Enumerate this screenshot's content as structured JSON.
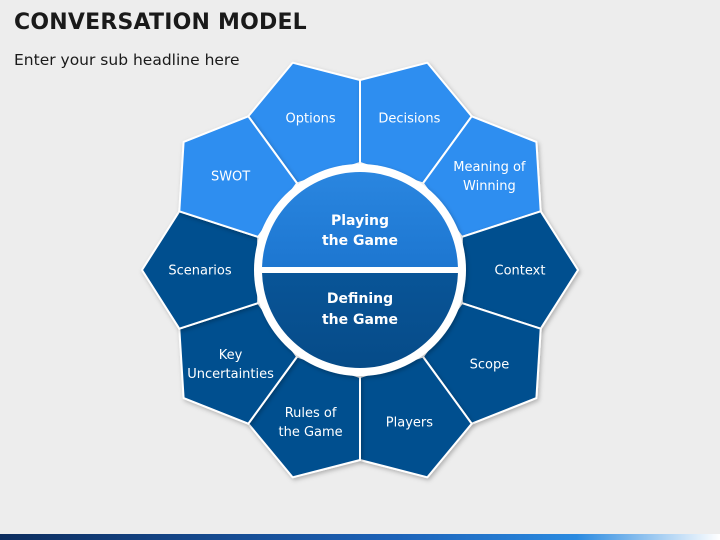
{
  "header": {
    "title": "CONVERSATION MODEL",
    "subtitle": "Enter your sub headline here"
  },
  "colors": {
    "light_blue": "#2f8ef0",
    "dark_blue": "#064f8f",
    "center_top": "#1574d0",
    "center_bottom": "#0a5aa0",
    "segment_stroke": "#ffffff"
  },
  "center": {
    "top_line1": "Playing",
    "top_line2": "the Game",
    "bottom_line1": "Defining",
    "bottom_line2": "the Game"
  },
  "segments": [
    {
      "name": "segment-options",
      "lines": [
        "Options"
      ],
      "tone": "light"
    },
    {
      "name": "segment-decisions",
      "lines": [
        "Decisions"
      ],
      "tone": "light"
    },
    {
      "name": "segment-meaning-of-winning",
      "lines": [
        "Meaning of",
        "Winning"
      ],
      "tone": "light"
    },
    {
      "name": "segment-context",
      "lines": [
        "Context"
      ],
      "tone": "dark"
    },
    {
      "name": "segment-scope",
      "lines": [
        "Scope"
      ],
      "tone": "dark"
    },
    {
      "name": "segment-players",
      "lines": [
        "Players"
      ],
      "tone": "dark"
    },
    {
      "name": "segment-rules-of-the-game",
      "lines": [
        "Rules of",
        "the Game"
      ],
      "tone": "dark"
    },
    {
      "name": "segment-key-uncertainties",
      "lines": [
        "Key",
        "Uncertainties"
      ],
      "tone": "dark"
    },
    {
      "name": "segment-scenarios",
      "lines": [
        "Scenarios"
      ],
      "tone": "dark"
    },
    {
      "name": "segment-swot",
      "lines": [
        "SWOT"
      ],
      "tone": "light"
    }
  ]
}
